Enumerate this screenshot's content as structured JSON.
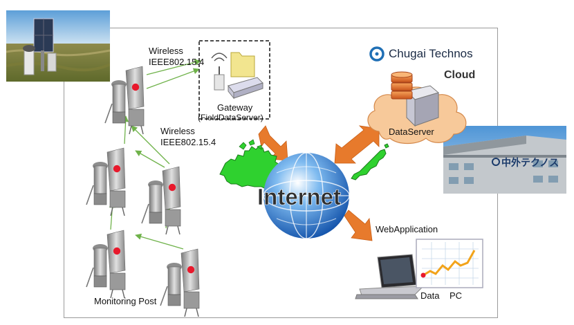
{
  "labels": {
    "wireless_top": "Wireless",
    "ieee_top": "IEEE802.15.4",
    "wireless_mid": "Wireless",
    "ieee_mid": "IEEE802.15.4",
    "gateway_line1": "Gateway",
    "gateway_line2": "(FieldDataServer)",
    "company": "Chugai Technos",
    "cloud": "Cloud",
    "dataserver": "DataServer",
    "internet": "Internet",
    "webapp": "WebApplication",
    "data": "Data",
    "pc": "PC",
    "monitoring_post": "Monitoring Post",
    "building_sign": "中外テクノス"
  },
  "colors": {
    "arrow_orange": "#e77a2c",
    "link_green": "#6fb24a",
    "map_green": "#2fd12f",
    "red_dot": "#e8192c",
    "cloud_fill": "#f7c99a",
    "logo_blue": "#1f6fb5"
  },
  "icons": [
    "monitoring-post-icon",
    "gateway-icon",
    "server-icon",
    "globe-icon",
    "laptop-icon",
    "chart-icon"
  ]
}
